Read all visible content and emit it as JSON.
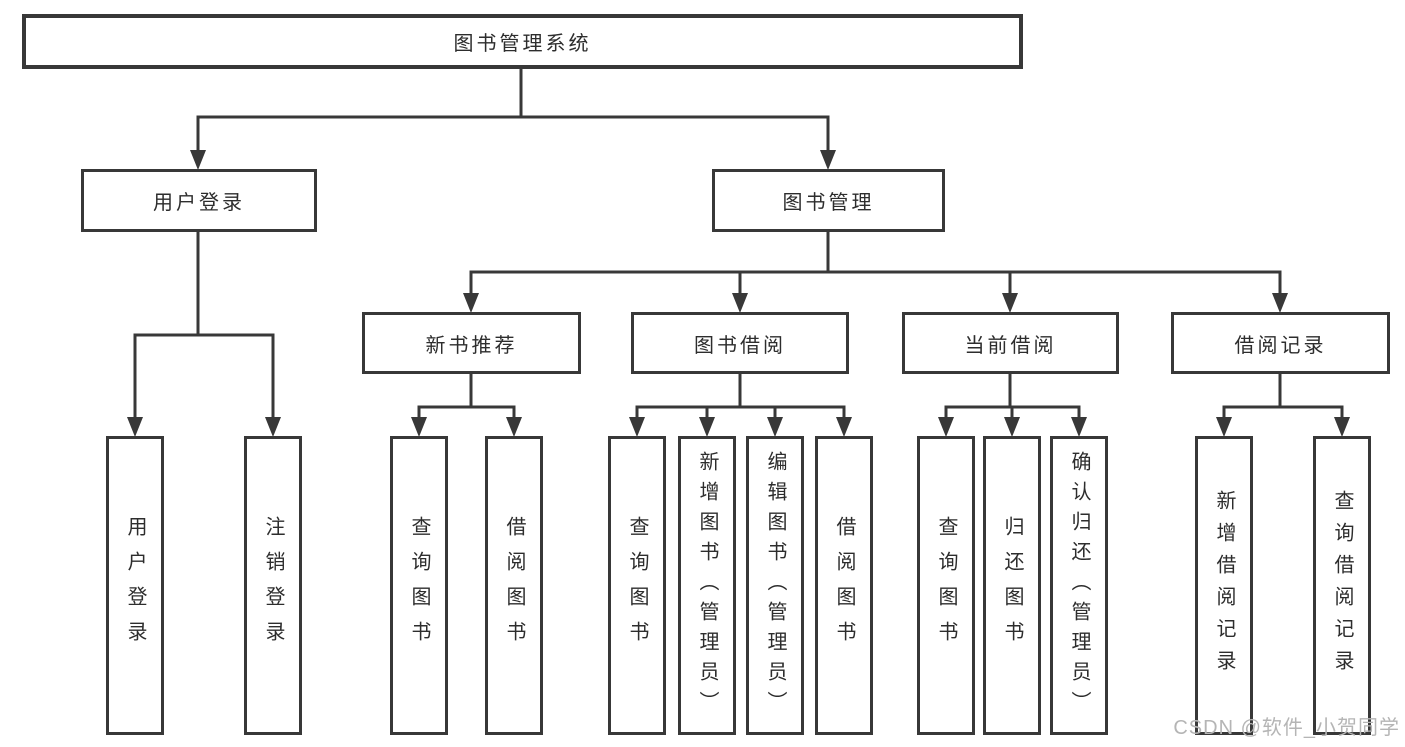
{
  "diagram": {
    "title": "图书管理系统",
    "level1": [
      {
        "label": "用户登录"
      },
      {
        "label": "图书管理"
      }
    ],
    "level2": [
      {
        "label": "新书推荐",
        "parent": "图书管理"
      },
      {
        "label": "图书借阅",
        "parent": "图书管理"
      },
      {
        "label": "当前借阅",
        "parent": "图书管理"
      },
      {
        "label": "借阅记录",
        "parent": "图书管理"
      }
    ],
    "leaves": [
      {
        "label": "用户登录",
        "parent": "用户登录"
      },
      {
        "label": "注销登录",
        "parent": "用户登录"
      },
      {
        "label": "查询图书",
        "parent": "新书推荐"
      },
      {
        "label": "借阅图书",
        "parent": "新书推荐"
      },
      {
        "label": "查询图书",
        "parent": "图书借阅"
      },
      {
        "label": "新增图书（管理员）",
        "parent": "图书借阅"
      },
      {
        "label": "编辑图书（管理员）",
        "parent": "图书借阅"
      },
      {
        "label": "借阅图书",
        "parent": "图书借阅"
      },
      {
        "label": "查询图书",
        "parent": "当前借阅"
      },
      {
        "label": "归还图书",
        "parent": "当前借阅"
      },
      {
        "label": "确认归还（管理员）",
        "parent": "当前借阅"
      },
      {
        "label": "新增借阅记录",
        "parent": "借阅记录"
      },
      {
        "label": "查询借阅记录",
        "parent": "借阅记录"
      }
    ],
    "style": {
      "line_color": "#383838",
      "text_color": "#2d2d2d",
      "background": "#ffffff"
    }
  },
  "watermark": {
    "text": "CSDN @软件_小贺同学",
    "color": "#b5b5b5"
  }
}
